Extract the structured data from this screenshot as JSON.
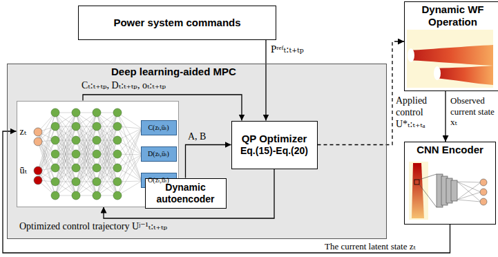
{
  "diagram": {
    "nodes": [
      {
        "text": [
          "Deep learning-aided MPC"
        ]
      },
      {
        "text": [
          "Power system commands"
        ]
      },
      {
        "text": [
          "zₜ",
          "ūₜ"
        ],
        "in": 0
      },
      {
        "text": [
          "C(zₜ,ūₜ)"
        ],
        "in": 2
      },
      {
        "text": [
          "D(zₜ,ūₜ)"
        ],
        "in": 2
      },
      {
        "text": [
          "O(zₜ,ūₜ)"
        ],
        "in": 2
      },
      {
        "text": [
          "QP Optimizer",
          "Eq.(15)-Eq.(20)"
        ],
        "in": 0
      },
      {
        "text": [
          "Dynamic autoencoder"
        ],
        "in": 0
      },
      {
        "text": [
          "Dynamic WF Operation"
        ]
      },
      {
        "text": [
          "CNN Encoder"
        ]
      }
    ],
    "edges": [
      {
        "from": 1,
        "to": 6,
        "arrow": "to",
        "label": "Pʳᵉᶠₜ:ₜ₊ₜₚ"
      },
      {
        "from": 2,
        "to": 6,
        "arrow": "to",
        "label": "Cₜ:ₜ₊ₜₚ, Dₜ:ₜ₊ₜₚ, oₜ:ₜ₊ₜₚ"
      },
      {
        "from": 7,
        "to": 6,
        "arrow": "to",
        "label": "A, B"
      },
      {
        "from": 6,
        "to": 2,
        "arrow": "to",
        "label": "Optimized control trajectory Uʲ⁻¹ₜ:ₜ₊ₜₚ"
      },
      {
        "from": 6,
        "to": 8,
        "arrow": "to",
        "label": "Applied control U*ₜ:ₜ₊ₜₐ"
      },
      {
        "from": 8,
        "to": 9,
        "arrow": "to",
        "label": "Observed current state xₜ"
      },
      {
        "from": 9,
        "to": 2,
        "arrow": "to",
        "label": "The current latent state zₜ"
      }
    ]
  }
}
